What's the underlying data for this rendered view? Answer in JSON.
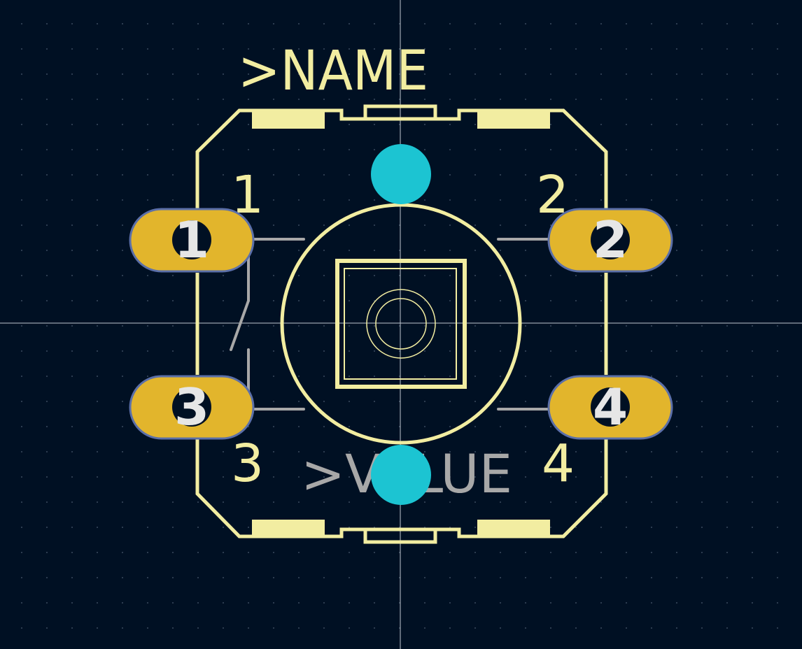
{
  "footprint": {
    "name_label": ">NAME",
    "value_label": ">VALUE"
  },
  "pads": [
    {
      "number": "1",
      "silk_label": "1"
    },
    {
      "number": "2",
      "silk_label": "2"
    },
    {
      "number": "3",
      "silk_label": "3"
    },
    {
      "number": "4",
      "silk_label": "4"
    }
  ],
  "colors": {
    "background": "#001023",
    "silkscreen": "#F2EDA1",
    "fab": "#A8A8A8",
    "pad": "#E2B52C",
    "pad_outline": "#5B6FA8",
    "pad_number": "#E6E6E6",
    "drill_hole": "#001023",
    "npth": "#1CC4D2",
    "grid_dot": "#3A4A5E",
    "crosshair": "#BFC6CF"
  }
}
